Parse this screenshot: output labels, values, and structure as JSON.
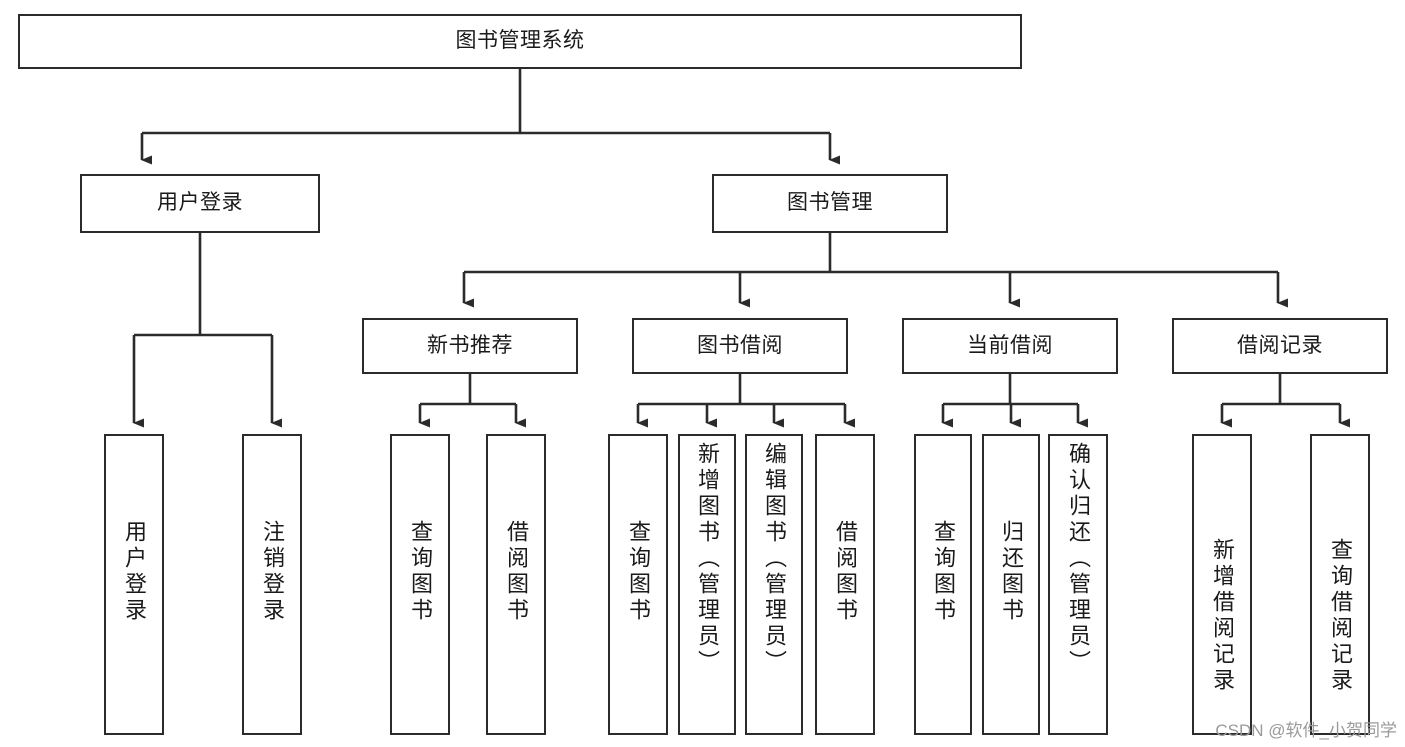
{
  "diagram": {
    "title": "图书管理系统",
    "type": "hierarchy-tree",
    "root": {
      "label": "图书管理系统"
    },
    "level2": [
      {
        "label": "用户登录"
      },
      {
        "label": "图书管理"
      }
    ],
    "level3": [
      {
        "label": "新书推荐"
      },
      {
        "label": "图书借阅"
      },
      {
        "label": "当前借阅"
      },
      {
        "label": "借阅记录"
      }
    ],
    "leaves": [
      {
        "label": "用户登录",
        "parent": "用户登录"
      },
      {
        "label": "注销登录",
        "parent": "用户登录"
      },
      {
        "label": "查询图书",
        "parent": "新书推荐"
      },
      {
        "label": "借阅图书",
        "parent": "新书推荐"
      },
      {
        "label": "查询图书",
        "parent": "图书借阅"
      },
      {
        "label": "新增图书（管理员）",
        "parent": "图书借阅"
      },
      {
        "label": "编辑图书（管理员）",
        "parent": "图书借阅"
      },
      {
        "label": "借阅图书",
        "parent": "图书借阅"
      },
      {
        "label": "查询图书",
        "parent": "当前借阅"
      },
      {
        "label": "归还图书",
        "parent": "当前借阅"
      },
      {
        "label": "确认归还（管理员）",
        "parent": "当前借阅"
      },
      {
        "label": "新增借阅记录",
        "parent": "借阅记录"
      },
      {
        "label": "查询借阅记录",
        "parent": "借阅记录"
      }
    ]
  },
  "watermark": {
    "text": "CSDN @软件_小贺同学"
  },
  "colors": {
    "stroke": "#2b2b2b",
    "fill": "#ffffff",
    "text": "#1a1a1a",
    "watermark": "#9a9a9a"
  }
}
